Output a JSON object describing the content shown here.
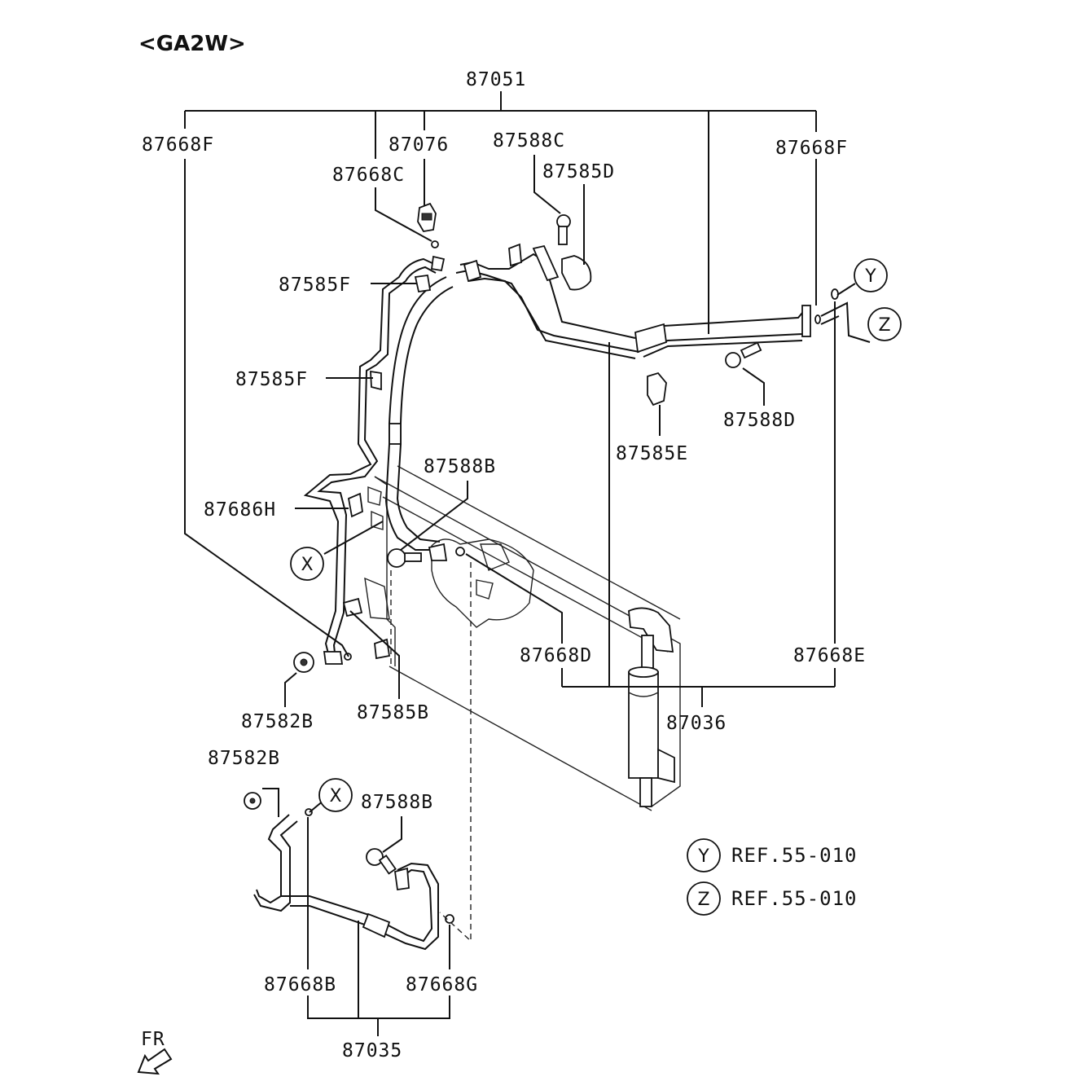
{
  "title": "<GA2W>",
  "labels": {
    "p87051": "87051",
    "p87668F_left": "87668F",
    "p87076": "87076",
    "p87588C": "87588C",
    "p87585D": "87585D",
    "p87668F_right": "87668F",
    "p87668C": "87668C",
    "p87585F_top": "87585F",
    "p87585F_mid": "87585F",
    "p87588B_top": "87588B",
    "p87686H": "87686H",
    "p87585E": "87585E",
    "p87588D": "87588D",
    "p87668D": "87668D",
    "p87668E": "87668E",
    "p87036": "87036",
    "p87582B_top": "87582B",
    "p87585B": "87585B",
    "p87582B_bot": "87582B",
    "p87588B_bot": "87588B",
    "p87668B": "87668B",
    "p87668G": "87668G",
    "p87035": "87035"
  },
  "callouts": {
    "x_top": "X",
    "x_bot": "X",
    "y_top": "Y",
    "z_top": "Z",
    "y_ref": "Y",
    "z_ref": "Z"
  },
  "references": {
    "y_text": "REF.55-010",
    "z_text": "REF.55-010"
  },
  "direction": {
    "label": "FR",
    "icon": "front-arrow-icon"
  }
}
